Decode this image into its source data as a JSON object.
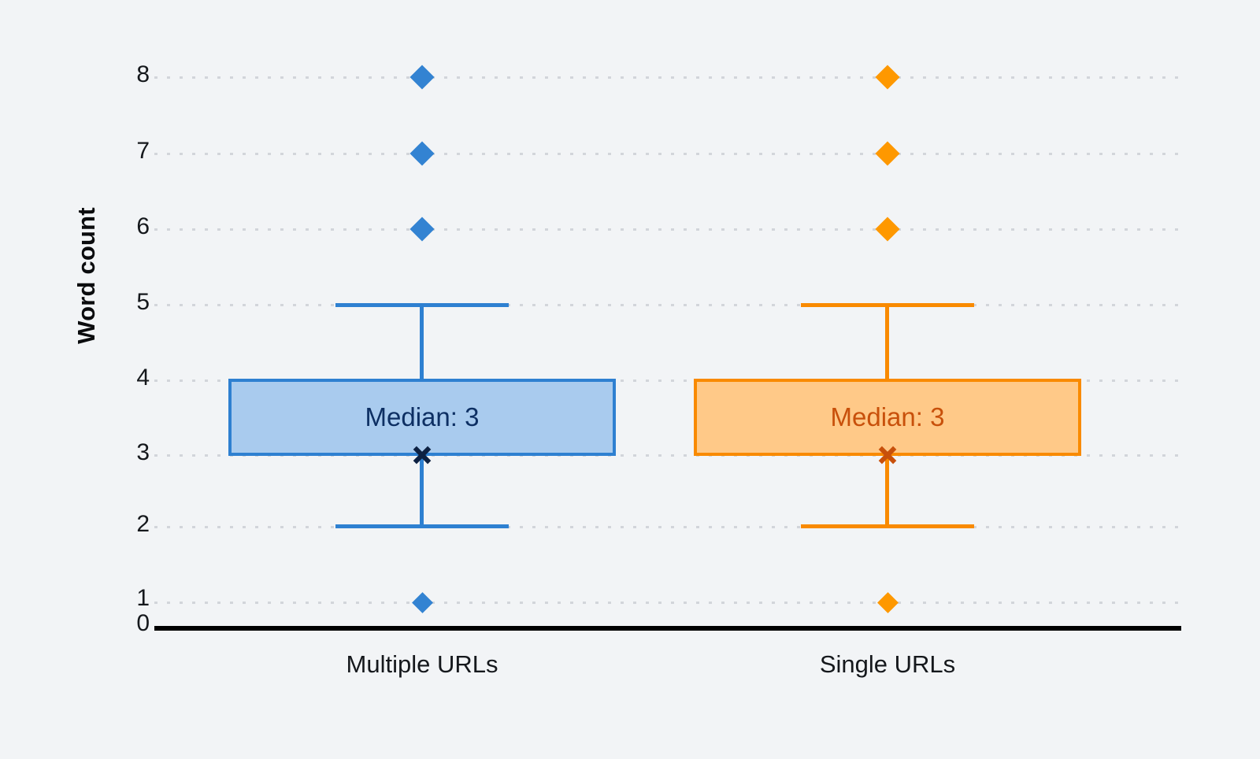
{
  "chart": {
    "type": "box",
    "background_color": "#f2f4f6",
    "y_axis": {
      "label": "Word count",
      "ticks": [
        0,
        1,
        2,
        3,
        4,
        5,
        6,
        7,
        8
      ],
      "tick_labels": [
        "0",
        "1",
        "2",
        "3",
        "4",
        "5",
        "6",
        "7",
        "8"
      ],
      "ylim": [
        0,
        8
      ],
      "grid": true
    },
    "x_axis": {
      "label": "",
      "categories": [
        "Multiple URLs",
        "Single URLs"
      ]
    },
    "legend": {
      "visible": false
    }
  },
  "chart_data": {
    "type": "box",
    "title": "",
    "xlabel": "",
    "ylabel": "Word count",
    "ylim": [
      0,
      8
    ],
    "grid": true,
    "categories": [
      "Multiple URLs",
      "Single URLs"
    ],
    "series": [
      {
        "name": "Multiple URLs",
        "color": "#2e80d1",
        "fill": "#a9cbee",
        "min_whisker": 2,
        "q1": 3,
        "median": 3,
        "q3": 4,
        "max_whisker": 5,
        "mean": 3,
        "outliers": [
          1,
          6,
          7,
          8
        ],
        "annotation": "Median: 3",
        "annotation_color": "#0d2f63"
      },
      {
        "name": "Single URLs",
        "color": "#f98a00",
        "fill": "#ffc988",
        "min_whisker": 2,
        "q1": 3,
        "median": 3,
        "q3": 4,
        "max_whisker": 5,
        "mean": 3,
        "outliers": [
          1,
          6,
          7,
          8
        ],
        "annotation": "Median: 3",
        "annotation_color": "#c8500b"
      }
    ]
  },
  "labels": {
    "y_title": "Word count",
    "tick_8": "8",
    "tick_7": "7",
    "tick_6": "6",
    "tick_5": "5",
    "tick_4": "4",
    "tick_3": "3",
    "tick_2": "2",
    "tick_1": "1",
    "tick_0": "0",
    "cat_multiple": "Multiple URLs",
    "cat_single": "Single URLs",
    "median_blue": "Median: 3",
    "median_orange": "Median: 3"
  }
}
